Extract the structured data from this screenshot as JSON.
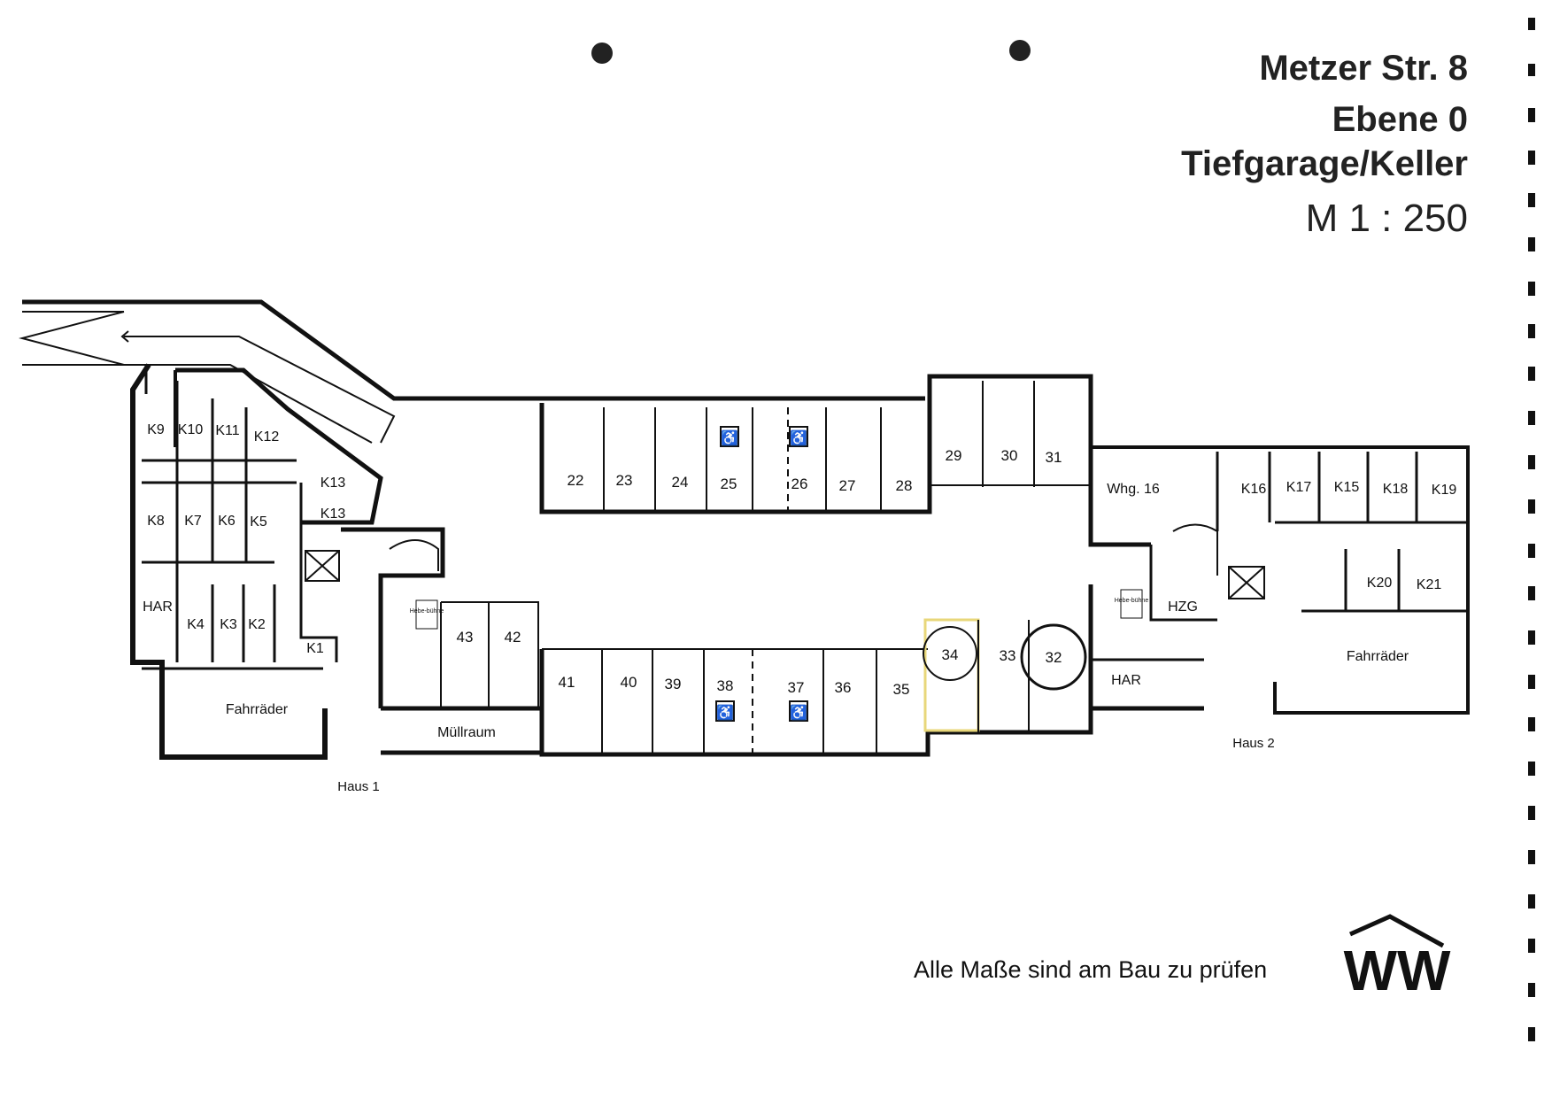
{
  "title": {
    "address": "Metzer Str. 8",
    "level": "Ebene 0",
    "usage": "Tiefgarage/Keller",
    "scale": "M 1 : 250"
  },
  "note": "Alle Maße sind am Bau zu prüfen",
  "logo": "WW",
  "buildings": [
    "Haus 1",
    "Haus 2"
  ],
  "parking_spaces": [
    "22",
    "23",
    "24",
    "25",
    "26",
    "27",
    "28",
    "29",
    "30",
    "31",
    "32",
    "33",
    "34",
    "35",
    "36",
    "37",
    "38",
    "39",
    "40",
    "41",
    "42",
    "43"
  ],
  "accessible_spaces": [
    "25",
    "26",
    "37",
    "38"
  ],
  "rooms": {
    "cellars_haus1": [
      "K9",
      "K10",
      "K11",
      "K12",
      "K13",
      "K13",
      "K8",
      "K7",
      "K6",
      "K5",
      "K4",
      "K3",
      "K2",
      "K1"
    ],
    "cellars_haus2": [
      "K16",
      "K17",
      "K15",
      "K18",
      "K19",
      "K20",
      "K21"
    ],
    "har": "HAR",
    "bikes": "Fahrräder",
    "waste": "Müllraum",
    "apartment": "Whg. 16",
    "heating": "HZG",
    "lift_platform": "Hebe-bühne"
  },
  "colors": {
    "line": "#111111",
    "accent": "#e8d77a"
  }
}
